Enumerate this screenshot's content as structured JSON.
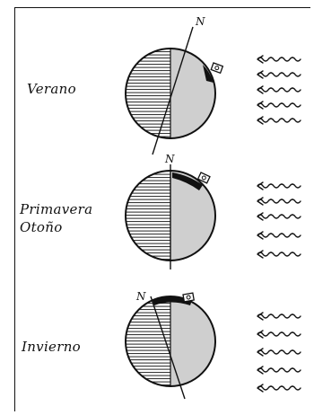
{
  "panels": [
    {
      "id": "summer",
      "label_lines": [
        "Verano"
      ],
      "pole_letter": "N",
      "axis_tilt": "toward-sun"
    },
    {
      "id": "equinox",
      "label_lines": [
        "Primavera",
        "Otoño"
      ],
      "pole_letter": "N",
      "axis_tilt": "none"
    },
    {
      "id": "winter",
      "label_lines": [
        "Invierno"
      ],
      "pole_letter": "N",
      "axis_tilt": "away-from-sun"
    }
  ],
  "colors": {
    "ink": "#111111",
    "day_side": "#cfcfcf",
    "background": "#ffffff"
  },
  "icons": [
    "sun-rays-icon",
    "camera-icon",
    "earth-globe-icon"
  ]
}
